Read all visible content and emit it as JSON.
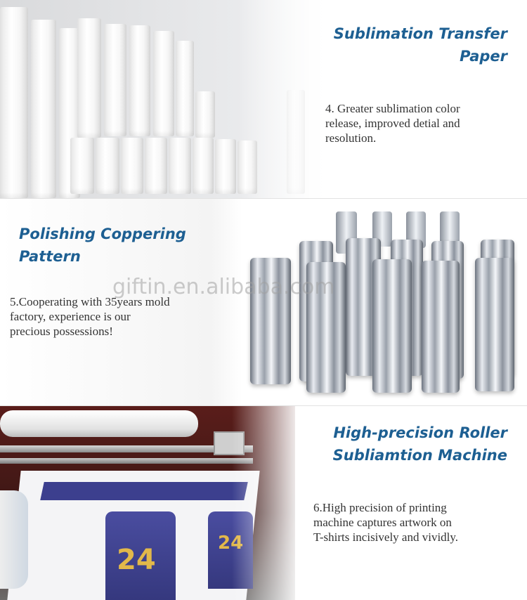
{
  "sections": [
    {
      "heading_line1": "Sublimation Transfer",
      "heading_line2": "Paper",
      "text_line1": "4. Greater sublimation color",
      "text_line2": "release, improved detial and",
      "text_line3": "resolution."
    },
    {
      "heading_line1": "Polishing Coppering",
      "heading_line2": "Pattern",
      "text_line1": "5.Cooperating with 35years mold",
      "text_line2": "factory, experience is our",
      "text_line3": "precious possessions!"
    },
    {
      "heading_line1": "High-precision Roller",
      "heading_line2": "Subliamtion Machine",
      "text_line1": "6.High precision of printing",
      "text_line2": "machine captures artwork on",
      "text_line3": "T-shirts incisively and vividly."
    }
  ],
  "watermark": "giftin.en.alibaba.com",
  "jersey_number": "24",
  "colors": {
    "heading": "#1d5f92",
    "body_text": "#333333"
  }
}
